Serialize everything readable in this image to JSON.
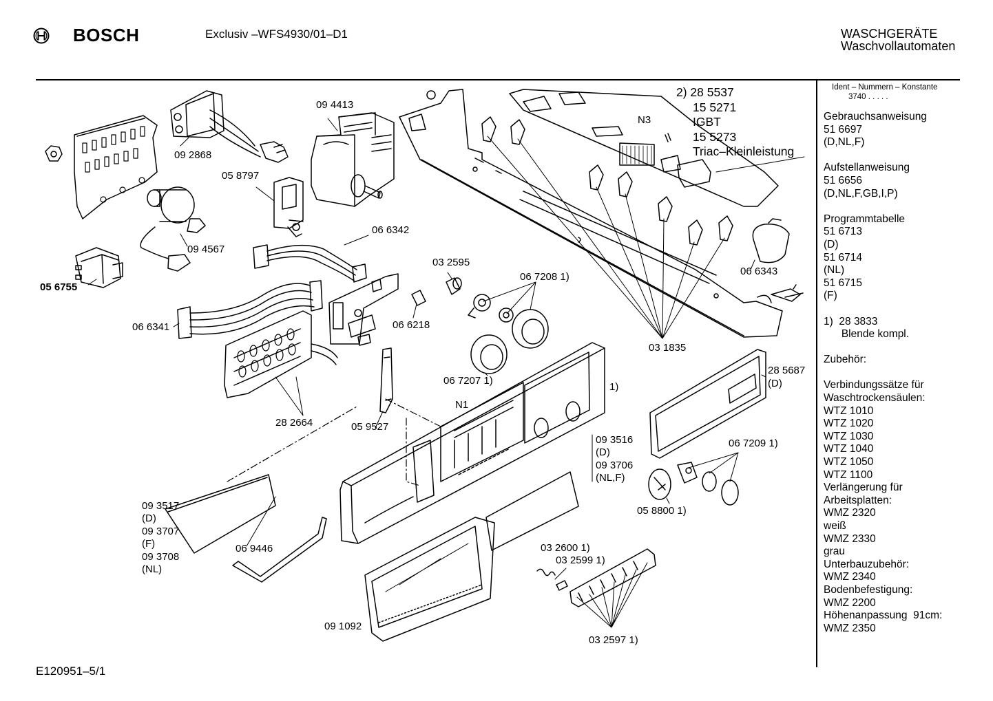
{
  "header": {
    "brand": "BOSCH",
    "model": "Exclusiv –WFS4930/01–D1",
    "category": "WASCHGERÄTE",
    "subcategory": "Waschvollautomaten"
  },
  "diagram": {
    "callouts": [
      {
        "id": "c-094413",
        "text": "09 4413"
      },
      {
        "id": "c-092868",
        "text": "09 2868"
      },
      {
        "id": "c-058797",
        "text": "05 8797"
      },
      {
        "id": "c-094567",
        "text": "09 4567"
      },
      {
        "id": "c-066342",
        "text": "06 6342"
      },
      {
        "id": "c-056755",
        "text": "05 6755"
      },
      {
        "id": "c-066341",
        "text": "06 6341"
      },
      {
        "id": "c-032595",
        "text": "03 2595"
      },
      {
        "id": "c-066218",
        "text": "06 6218"
      },
      {
        "id": "c-0672081",
        "text": "06 7208 1)"
      },
      {
        "id": "c-0672071",
        "text": "06 7207 1)"
      },
      {
        "id": "c-282664",
        "text": "28 2664"
      },
      {
        "id": "c-059527",
        "text": "05 9527"
      },
      {
        "id": "c-n1",
        "text": "N1"
      },
      {
        "id": "c-n3",
        "text": "N3"
      },
      {
        "id": "c-note1",
        "text": "1)"
      },
      {
        "id": "c-066343",
        "text": "06 6343"
      },
      {
        "id": "c-031835",
        "text": "03 1835"
      },
      {
        "id": "c-285687",
        "text": "28 5687"
      },
      {
        "id": "c-285687d",
        "text": "(D)"
      },
      {
        "id": "c-0672091",
        "text": "06 7209 1)"
      },
      {
        "id": "c-093516",
        "text": "09 3516"
      },
      {
        "id": "c-093516d",
        "text": "(D)"
      },
      {
        "id": "c-093706",
        "text": "09 3706"
      },
      {
        "id": "c-093706nlf",
        "text": "(NL,F)"
      },
      {
        "id": "c-0588001",
        "text": "05 8800 1)"
      },
      {
        "id": "c-093517",
        "text": "09 3517"
      },
      {
        "id": "c-093517d",
        "text": "(D)"
      },
      {
        "id": "c-093707",
        "text": "09 3707"
      },
      {
        "id": "c-093707f",
        "text": "(F)"
      },
      {
        "id": "c-093708",
        "text": "09 3708"
      },
      {
        "id": "c-093708nl",
        "text": "(NL)"
      },
      {
        "id": "c-069446",
        "text": "06 9446"
      },
      {
        "id": "c-0326001",
        "text": "03 2600 1)"
      },
      {
        "id": "c-0325991",
        "text": "03 2599 1)"
      },
      {
        "id": "c-091092",
        "text": "09 1092"
      },
      {
        "id": "c-0325971",
        "text": "03 2597 1)"
      }
    ],
    "note2": [
      "2) 28 5537",
      "15 5271",
      "IGBT",
      "15 5273",
      "Triac–Kleinleistung"
    ]
  },
  "sidebar": {
    "ident_header": "Ident – Nummern – Konstante",
    "ident_value": "3740",
    "ident_dots": ". . . . .",
    "lines": [
      "Gebrauchsanweisung",
      "51 6697",
      "(D,NL,F)",
      "",
      "Aufstellanweisung",
      "51 6656",
      "(D,NL,F,GB,I,P)",
      "",
      "Programmtabelle",
      "51 6713",
      "(D)",
      "51 6714",
      "(NL)",
      "51 6715",
      "(F)",
      "",
      "1)  28 3833",
      "      Blende kompl.",
      "",
      "Zubehör:",
      "",
      "Verbindungssätze für",
      "Waschtrockensäulen:",
      "WTZ 1010",
      "WTZ 1020",
      "WTZ 1030",
      "WTZ 1040",
      "WTZ 1050",
      "WTZ 1100",
      "Verlängerung für",
      "Arbeitsplatten:",
      "WMZ 2320",
      "weiß",
      "WMZ 2330",
      "grau",
      "Unterbauzubehör:",
      "WMZ 2340",
      "Bodenbefestigung:",
      "WMZ 2200",
      "Höhenanpassung  91cm:",
      "WMZ 2350"
    ]
  },
  "footer": {
    "code": "E120951–5/1"
  }
}
